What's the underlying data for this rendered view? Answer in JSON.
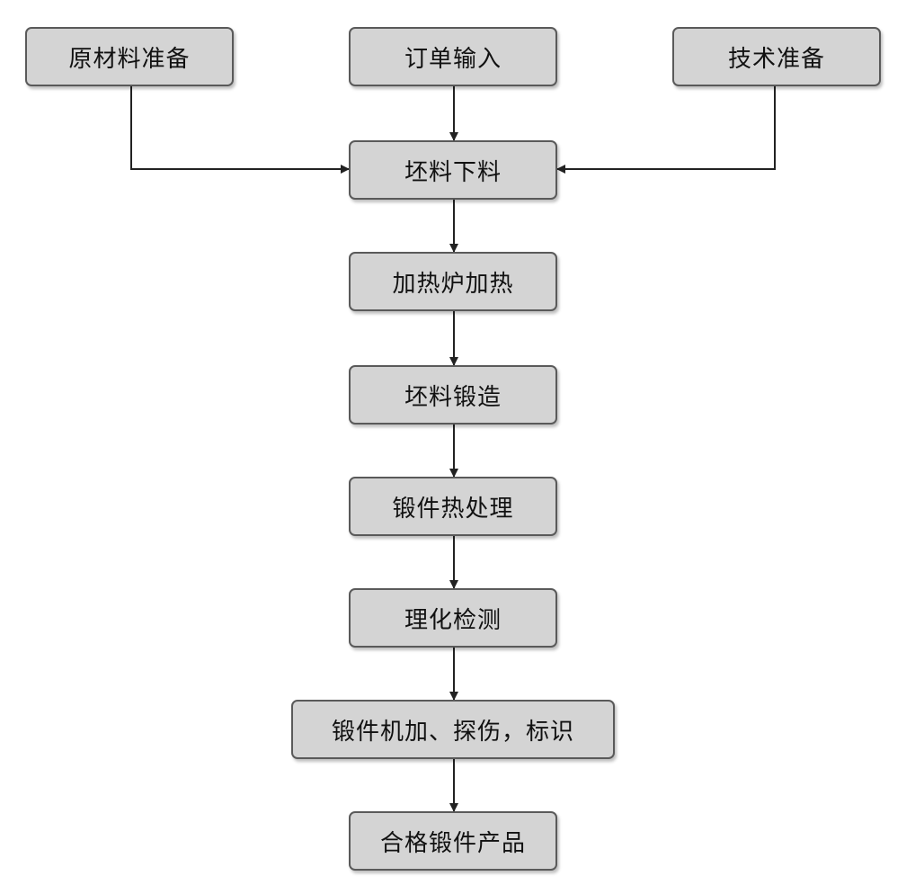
{
  "nodes": {
    "raw_material": "原材料准备",
    "order_input": "订单输入",
    "tech_prep": "技术准备",
    "blank_cutting": "坯料下料",
    "furnace_heating": "加热炉加热",
    "blank_forging": "坯料锻造",
    "heat_treatment": "锻件热处理",
    "inspection": "理化检测",
    "machining": "锻件机加、探伤，标识",
    "product": "合格锻件产品"
  },
  "colors": {
    "node_fill": "#d4d4d4",
    "node_border": "#5a5a5a",
    "connector": "#222222"
  }
}
